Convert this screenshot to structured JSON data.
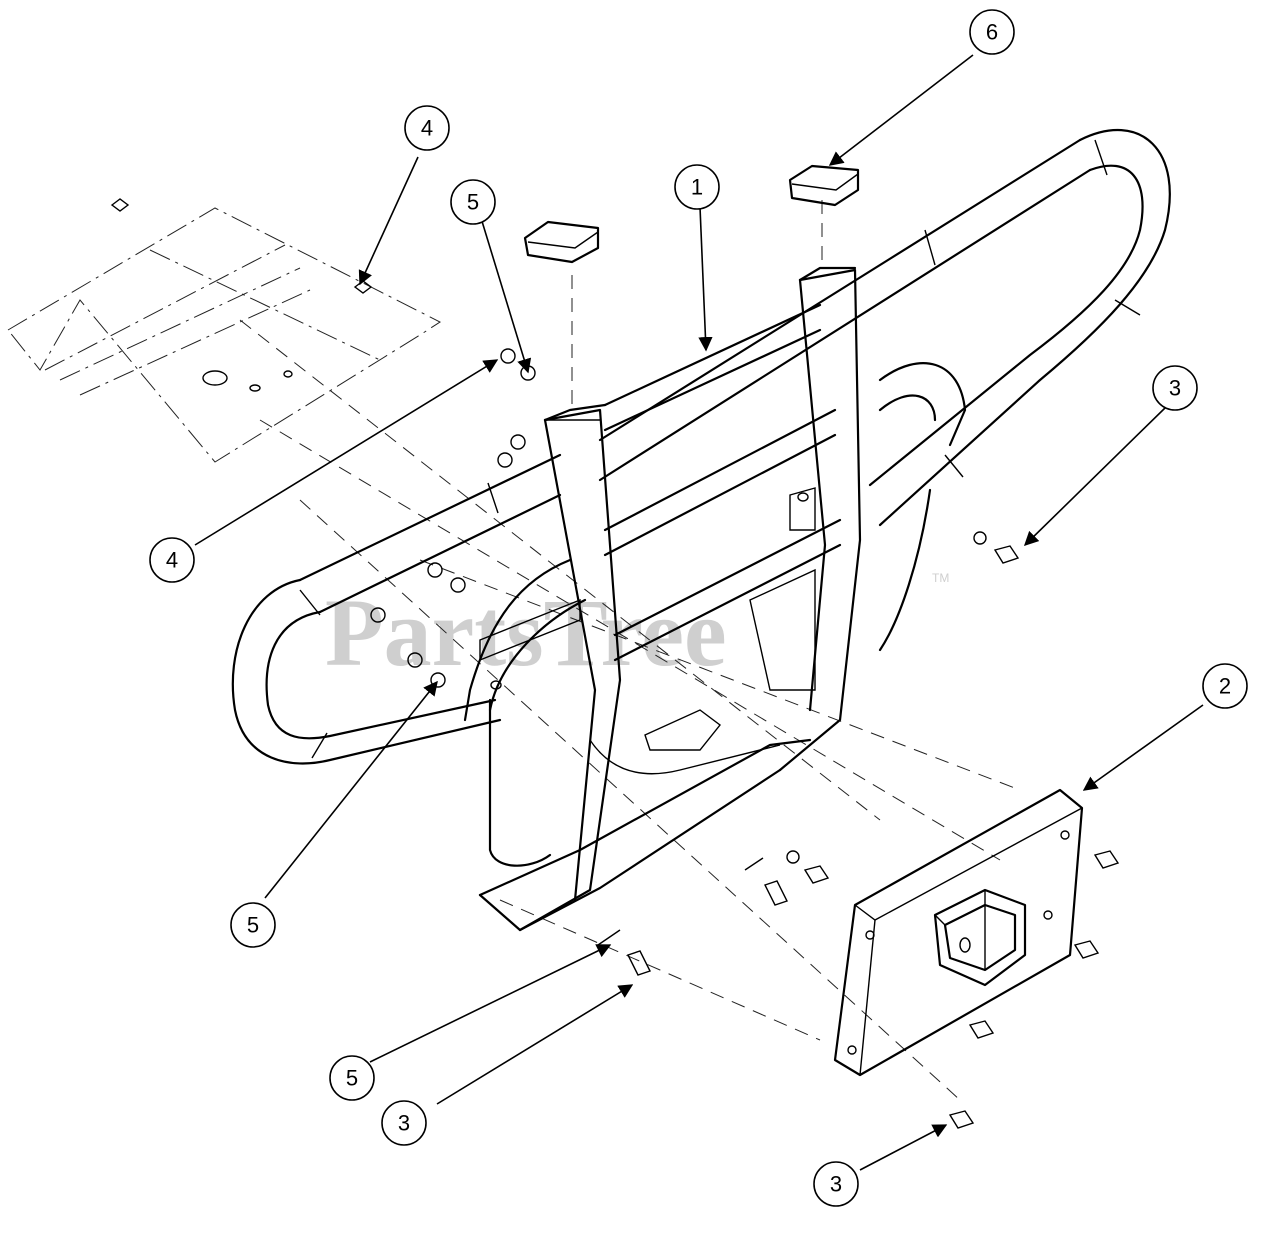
{
  "watermark": {
    "text": "PartsTree",
    "trademark": "TM"
  },
  "callouts": [
    {
      "id": "c1",
      "label": "1",
      "part": "brush-guard-frame"
    },
    {
      "id": "c2",
      "label": "2",
      "part": "hitch-receiver-plate"
    },
    {
      "id": "c3a",
      "label": "3",
      "part": "bolt"
    },
    {
      "id": "c3b",
      "label": "3",
      "part": "bolt"
    },
    {
      "id": "c3c",
      "label": "3",
      "part": "bolt"
    },
    {
      "id": "c4a",
      "label": "4",
      "part": "nut"
    },
    {
      "id": "c4b",
      "label": "4",
      "part": "nut"
    },
    {
      "id": "c5a",
      "label": "5",
      "part": "lock-washer"
    },
    {
      "id": "c5b",
      "label": "5",
      "part": "lock-washer"
    },
    {
      "id": "c5c",
      "label": "5",
      "part": "lock-washer"
    },
    {
      "id": "c6",
      "label": "6",
      "part": "tube-end-cap"
    }
  ]
}
